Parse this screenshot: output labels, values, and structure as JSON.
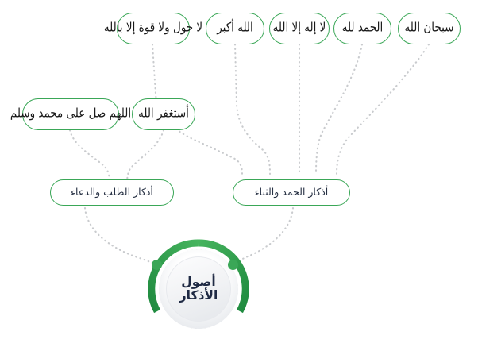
{
  "diagram": {
    "type": "mind-map",
    "title": "أصول الأذكار",
    "direction": "rtl",
    "colors": {
      "node_border": "#3aa757",
      "ring_green": "#2e9e4a",
      "connector_dots": "#c9cbce",
      "root_text": "#1f2a44",
      "branch_text": "#263043",
      "leaf_text": "#1a1a1a",
      "background": "#ffffff"
    }
  },
  "root": {
    "name": "root-node",
    "line1": "أصول",
    "line2": "الأذكار"
  },
  "branches": [
    {
      "id": "branch-request",
      "label": "أذكار الطلب والدعاء",
      "leaves": [
        {
          "id": "leaf-salat-nabi",
          "text": "اللهم صل على محمد وسلم"
        },
        {
          "id": "leaf-astaghfirullah",
          "text": "أستغفر الله"
        }
      ]
    },
    {
      "id": "branch-praise",
      "label": "أذكار الحمد والثناء",
      "leaves": [
        {
          "id": "leaf-la-hawla",
          "text": "لا حول ولا قوة إلا بالله"
        },
        {
          "id": "leaf-allahu-akbar",
          "text": "الله أكبر"
        },
        {
          "id": "leaf-la-ilaha",
          "text": "لا إله إلا الله"
        },
        {
          "id": "leaf-alhamdulillah",
          "text": "الحمد لله"
        },
        {
          "id": "leaf-subhanallah",
          "text": "سبحان الله"
        }
      ]
    }
  ]
}
